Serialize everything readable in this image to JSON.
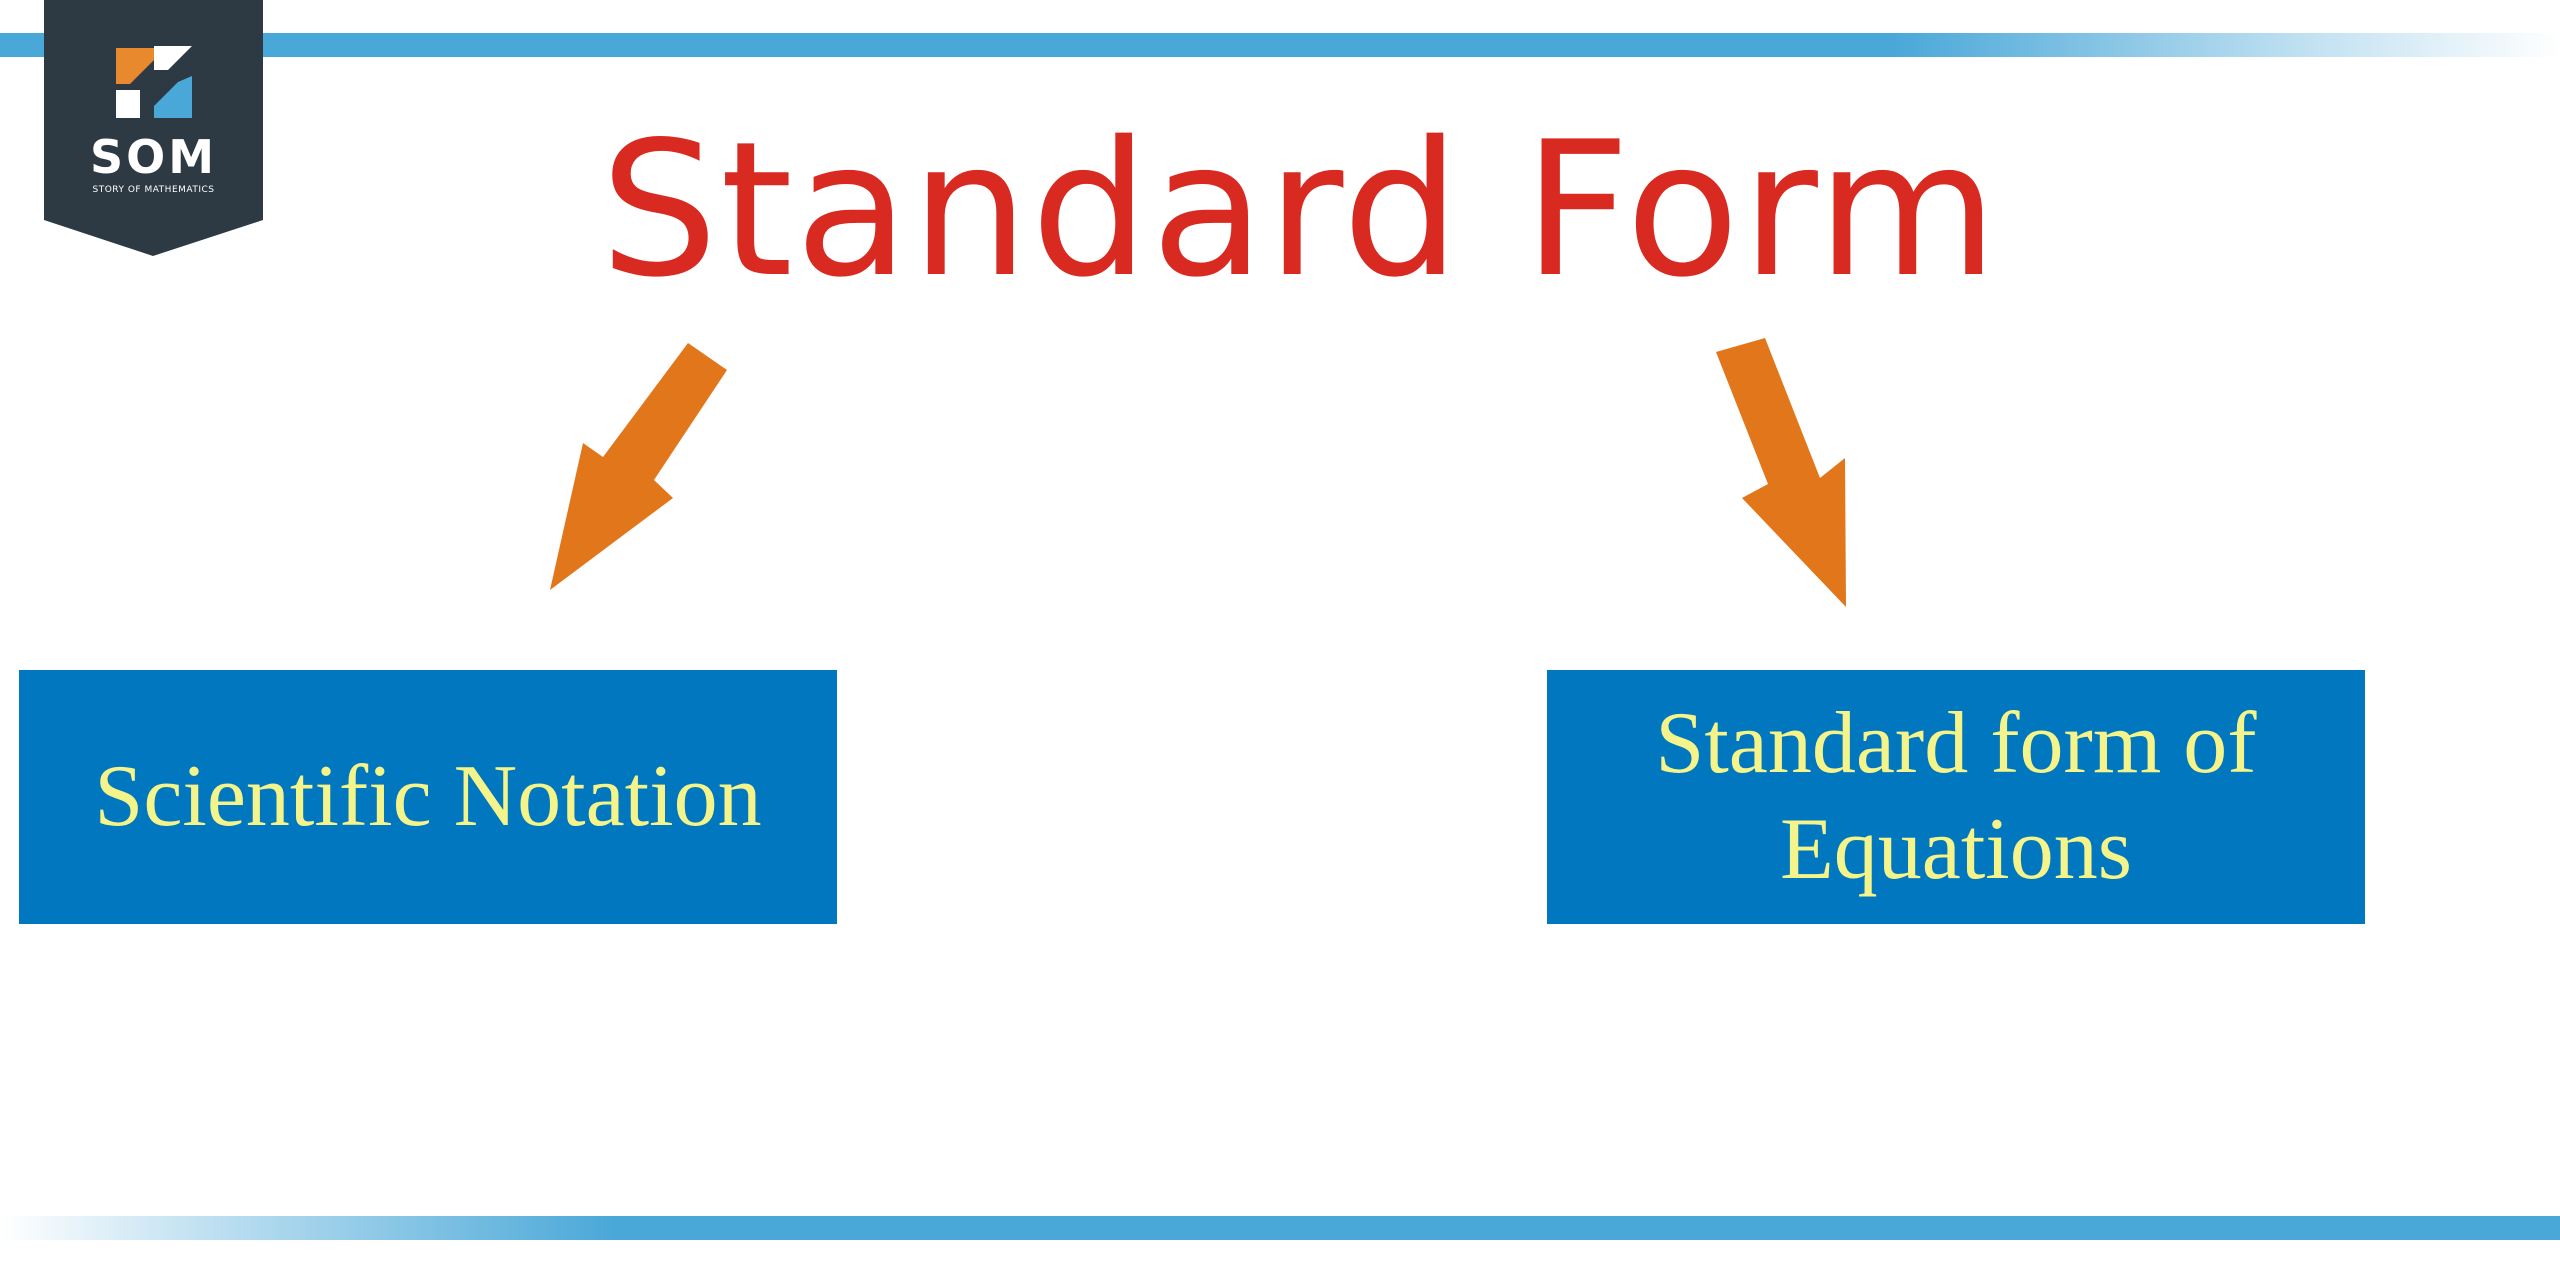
{
  "logo": {
    "name": "SOM",
    "tagline": "STORY OF MATHEMATICS",
    "colors": {
      "badge": "#2d3a44",
      "orange": "#e8892e",
      "blue": "#4aa8d8"
    }
  },
  "title": "Standard Form",
  "branches": [
    {
      "label": "Scientific Notation"
    },
    {
      "label": "Standard form of Equations"
    }
  ],
  "colors": {
    "title": "#d92a22",
    "arrow": "#e2761b",
    "box": "#0077be",
    "box_text": "#f5f48a",
    "stripe": "#4aa8d8"
  }
}
